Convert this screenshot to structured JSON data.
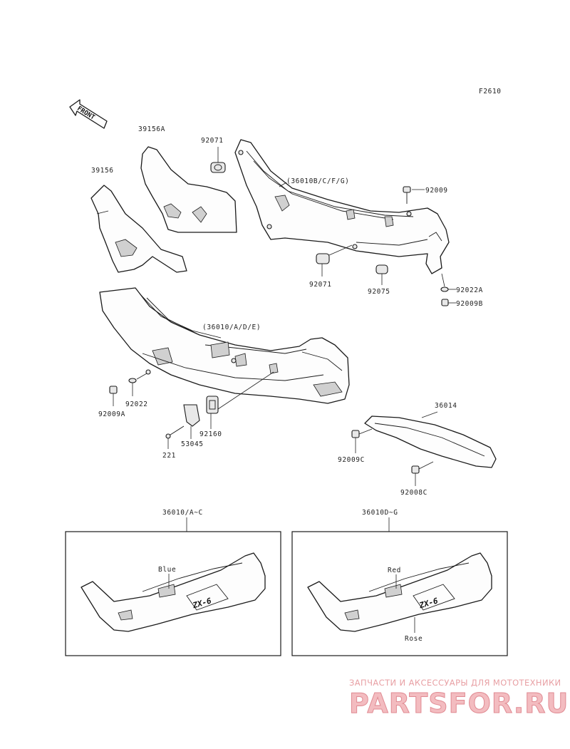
{
  "figure_code": "F2610",
  "front_label": "FRONT",
  "callouts": {
    "p39156A": "39156A",
    "p39156": "39156",
    "p92071_top": "92071",
    "p36010B": "(36010B/C/F/G)",
    "p92009": "92009",
    "p92071_bottom": "92071",
    "p92075": "92075",
    "p92022A": "92022A",
    "p92009B": "92009B",
    "p36010A": "(36010/A/D/E)",
    "p92022": "92022",
    "p92009A": "92009A",
    "p92160": "92160",
    "p53045": "53045",
    "p221": "221",
    "p36014": "36014",
    "p92009C": "92009C",
    "p92008C": "92008C"
  },
  "variant_left": {
    "header": "36010/A~C",
    "color_label": "Blue",
    "decal": "ZX-6"
  },
  "variant_right": {
    "header": "36010D~G",
    "color_label_top": "Red",
    "color_label_bottom": "Rose",
    "decal": "ZX-6"
  },
  "watermark": {
    "tagline": "ЗАПЧАСТИ И АКСЕССУАРЫ ДЛЯ МОТОТЕХНИКИ",
    "brand": "PARTSFOR.RU"
  }
}
